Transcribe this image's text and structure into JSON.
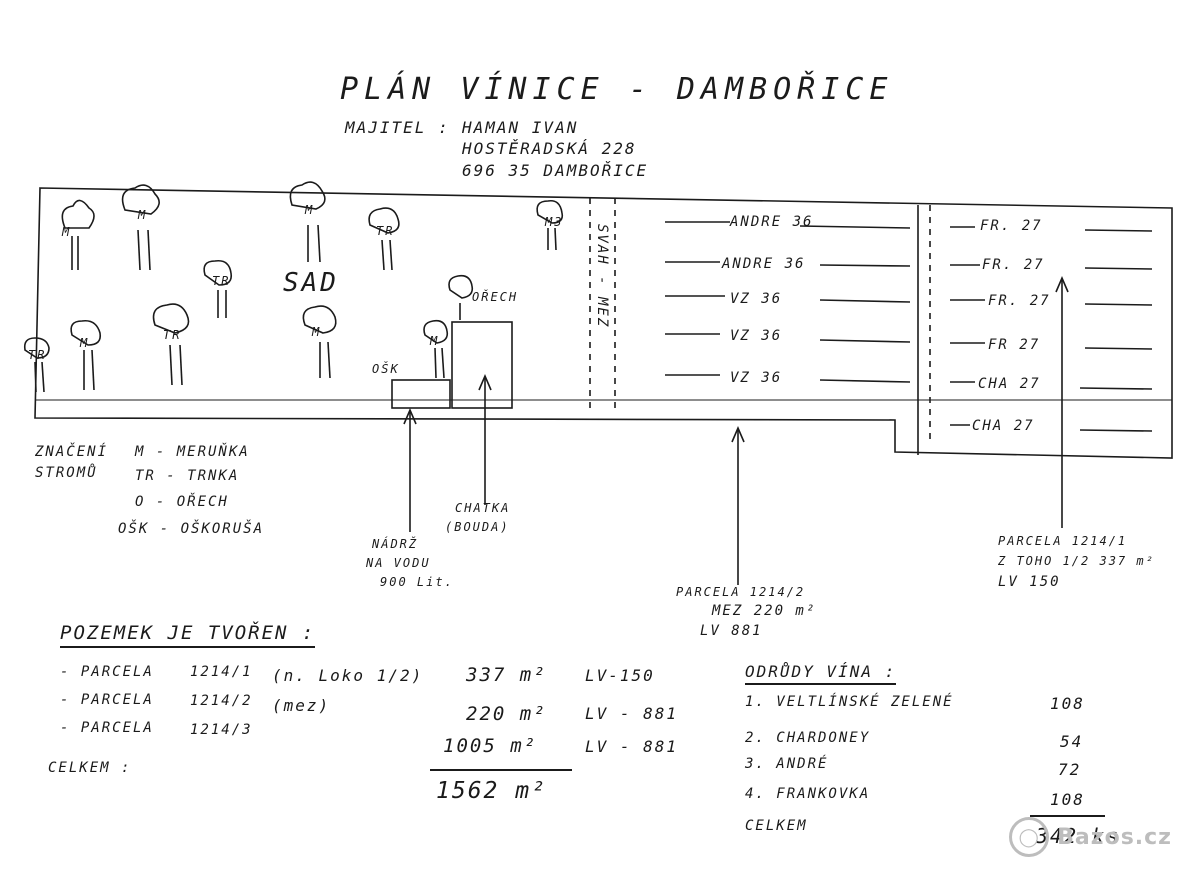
{
  "title": "PLÁN VÍNICE - DAMBOŘICE",
  "owner": {
    "label": "MAJITEL :",
    "name": "HAMAN IVAN",
    "street": "HOSTĚRADSKÁ 228",
    "city": "696 35 DAMBOŘICE"
  },
  "garden": {
    "label": "SAD",
    "trees": [
      "M",
      "M",
      "M",
      "M3",
      "TR",
      "TR",
      "TR",
      "M",
      "M",
      "M",
      "TR",
      "OŘECH",
      "OŠK"
    ]
  },
  "boundary_label": "SVAH - MEZ",
  "rows_left": [
    "ANDRE 36",
    "ANDRE 36",
    "VZ 36",
    "VZ 36",
    "VZ 36"
  ],
  "rows_right": [
    "FR. 27",
    "FR. 27",
    "FR. 27",
    "FR 27",
    "CHA 27",
    "CHA 27"
  ],
  "legend": {
    "heading_1": "ZNAČENÍ",
    "heading_2": "STROMŮ",
    "items": [
      "M - MERUŇKA",
      "TR - TRNKA",
      "O - OŘECH",
      "OŠK - OŠKORUŠA"
    ]
  },
  "annotations": {
    "nadrz": [
      "NÁDRŽ",
      "NA VODU",
      "900 Lit."
    ],
    "chatka": [
      "CHATKA",
      "(BOUDA)"
    ],
    "parcela_mez": [
      "PARCELA 1214/2",
      "MEZ 220 m²",
      "LV 881"
    ],
    "parcela_right": [
      "PARCELA 1214/1",
      "Z TOHO 1/2 337 m²",
      "LV 150"
    ]
  },
  "pozemek": {
    "heading": "POZEMEK JE TVOŘEN :",
    "rows": [
      {
        "name": "- PARCELA",
        "number": "1214/1",
        "note": "(n. Loko 1/2)",
        "area": "337 m²",
        "lv": "LV-150"
      },
      {
        "name": "- PARCELA",
        "number": "1214/2",
        "note": "(mez)",
        "area": "220 m²",
        "lv": "LV - 881"
      },
      {
        "name": "- PARCELA",
        "number": "1214/3",
        "note": "",
        "area": "1005 m²",
        "lv": "LV - 881"
      }
    ],
    "total_label": "CELKEM :",
    "total_area": "1562 m²"
  },
  "odrudy": {
    "heading": "ODRŮDY VÍNA :",
    "items": [
      {
        "name": "1. VELTLÍNSKÉ ZELENÉ",
        "count": "108"
      },
      {
        "name": "2. CHARDONEY",
        "count": "54"
      },
      {
        "name": "3. ANDRÉ",
        "count": "72"
      },
      {
        "name": "4. FRANKOVKA",
        "count": "108"
      }
    ],
    "total_label": "CELKEM",
    "total": "342 ks"
  },
  "watermark": "Bazos.cz"
}
